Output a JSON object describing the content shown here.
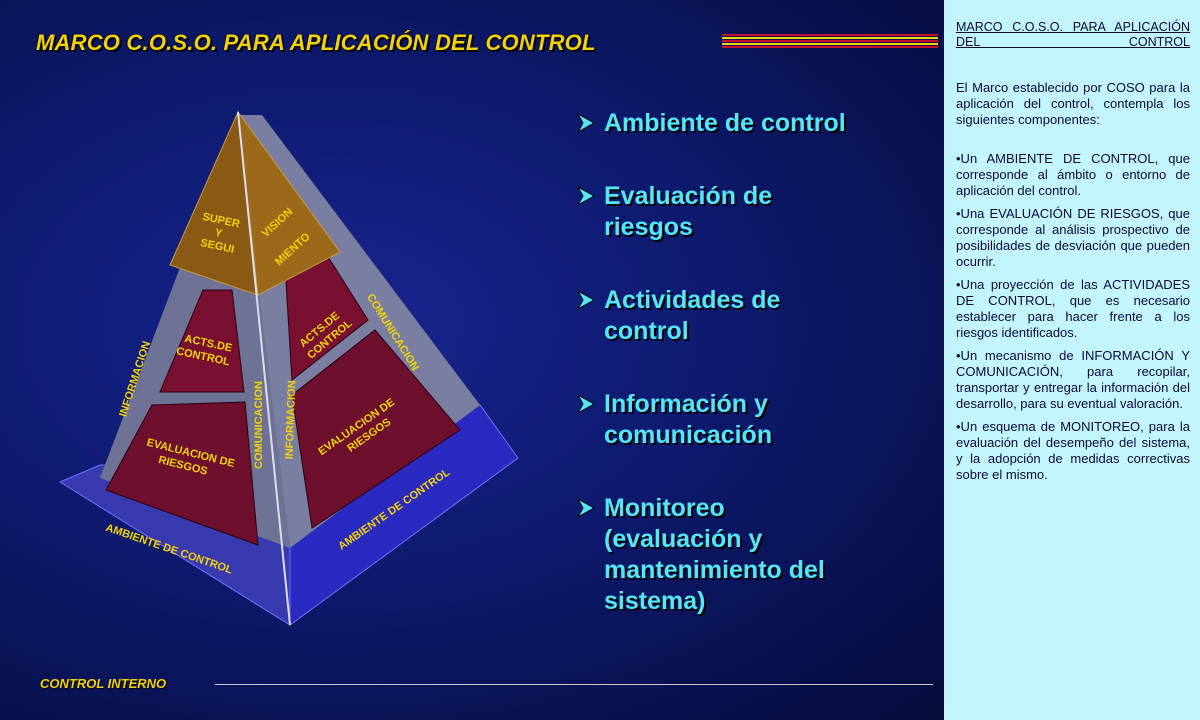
{
  "slide": {
    "title": "MARCO C.O.S.O. PARA APLICACIÓN DEL CONTROL",
    "footer": "CONTROL INTERNO",
    "colors": {
      "title": "#f2d200",
      "bullets": "#55e6ff",
      "notes_bg": "#c3f5ff"
    }
  },
  "pyramid": {
    "top_left": [
      "SUPER",
      "Y",
      "SEGUI"
    ],
    "top_right": [
      "VISION",
      "MIENTO"
    ],
    "acts_left": [
      "ACTS.DE",
      "CONTROL"
    ],
    "acts_right": [
      "ACTS.DE",
      "CONTROL"
    ],
    "eval_left": [
      "EVALUACION  DE",
      "RIESGOS"
    ],
    "eval_right": [
      "EVALUACION  DE",
      "RIESGOS"
    ],
    "info_left": "INFORMACION",
    "info_center": "INFORMACION",
    "comunicacion_center": "COMUNICACION",
    "comunicacion_right": "COMUNICACION",
    "ambiente_left": "AMBIENTE  DE  CONTROL",
    "ambiente_right": "AMBIENTE  DE  CONTROL"
  },
  "bullets": [
    [
      "Ambiente de control"
    ],
    [
      "Evaluación de",
      "riesgos"
    ],
    [
      "Actividades de",
      "control"
    ],
    [
      "Información y",
      "comunicación"
    ],
    [
      "Monitoreo",
      "(evaluación y",
      "mantenimiento del",
      "sistema)"
    ]
  ],
  "notes": {
    "title": "MARCO C.O.S.O. PARA APLICACIÓN DEL CONTROL",
    "intro": "El Marco establecido por COSO para la aplicación del control, contempla los siguientes componentes:",
    "items": [
      "•Un AMBIENTE DE CONTROL, que corresponde al ámbito o entorno de aplicación del control.",
      "•Una EVALUACIÓN DE RIESGOS, que corresponde al análisis prospectivo de posibilidades de desviación que pueden ocurrir.",
      "•Una proyección de las ACTIVIDADES DE CONTROL, que es necesario establecer para hacer frente a los riesgos identificados.",
      "•Un mecanismo de INFORMACIÓN Y COMUNICACIÓN, para recopilar, transportar y entregar la información del desarrollo, para su eventual valoración.",
      "•Un esquema de MONITOREO, para la evaluación del desempeño del sistema, y la adopción de medidas correctivas sobre el mismo."
    ]
  }
}
